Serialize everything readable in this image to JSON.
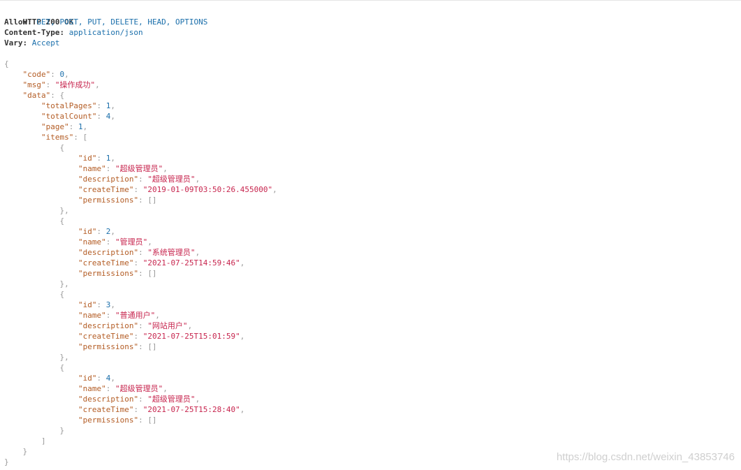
{
  "response_headers": {
    "status_line": "HTTP 200 OK",
    "allow": {
      "name": "Allow:",
      "value": "GET, POST, PUT, DELETE, HEAD, OPTIONS"
    },
    "content_type": {
      "name": "Content-Type:",
      "value": "application/json"
    },
    "vary": {
      "name": "Vary:",
      "value": "Accept"
    }
  },
  "body": {
    "code": {
      "key": "\"code\"",
      "value": "0"
    },
    "msg": {
      "key": "\"msg\"",
      "value": "\"操作成功\""
    },
    "data_key": "\"data\"",
    "totalPages": {
      "key": "\"totalPages\"",
      "value": "1"
    },
    "totalCount": {
      "key": "\"totalCount\"",
      "value": "4"
    },
    "page": {
      "key": "\"page\"",
      "value": "1"
    },
    "items_key": "\"items\"",
    "items": [
      {
        "id": "1",
        "name": "\"超级管理员\"",
        "description": "\"超级管理员\"",
        "createTime": "\"2019-01-09T03:50:26.455000\"",
        "permissions": "[]"
      },
      {
        "id": "2",
        "name": "\"管理员\"",
        "description": "\"系统管理员\"",
        "createTime": "\"2021-07-25T14:59:46\"",
        "permissions": "[]"
      },
      {
        "id": "3",
        "name": "\"普通用户\"",
        "description": "\"网站用户\"",
        "createTime": "\"2021-07-25T15:01:59\"",
        "permissions": "[]"
      },
      {
        "id": "4",
        "name": "\"超级管理员\"",
        "description": "\"超级管理员\"",
        "createTime": "\"2021-07-25T15:28:40\"",
        "permissions": "[]"
      }
    ],
    "item_field_keys": {
      "id": "\"id\"",
      "name": "\"name\"",
      "description": "\"description\"",
      "createTime": "\"createTime\"",
      "permissions": "\"permissions\""
    }
  },
  "watermark": "https://blog.csdn.net/weixin_43853746"
}
